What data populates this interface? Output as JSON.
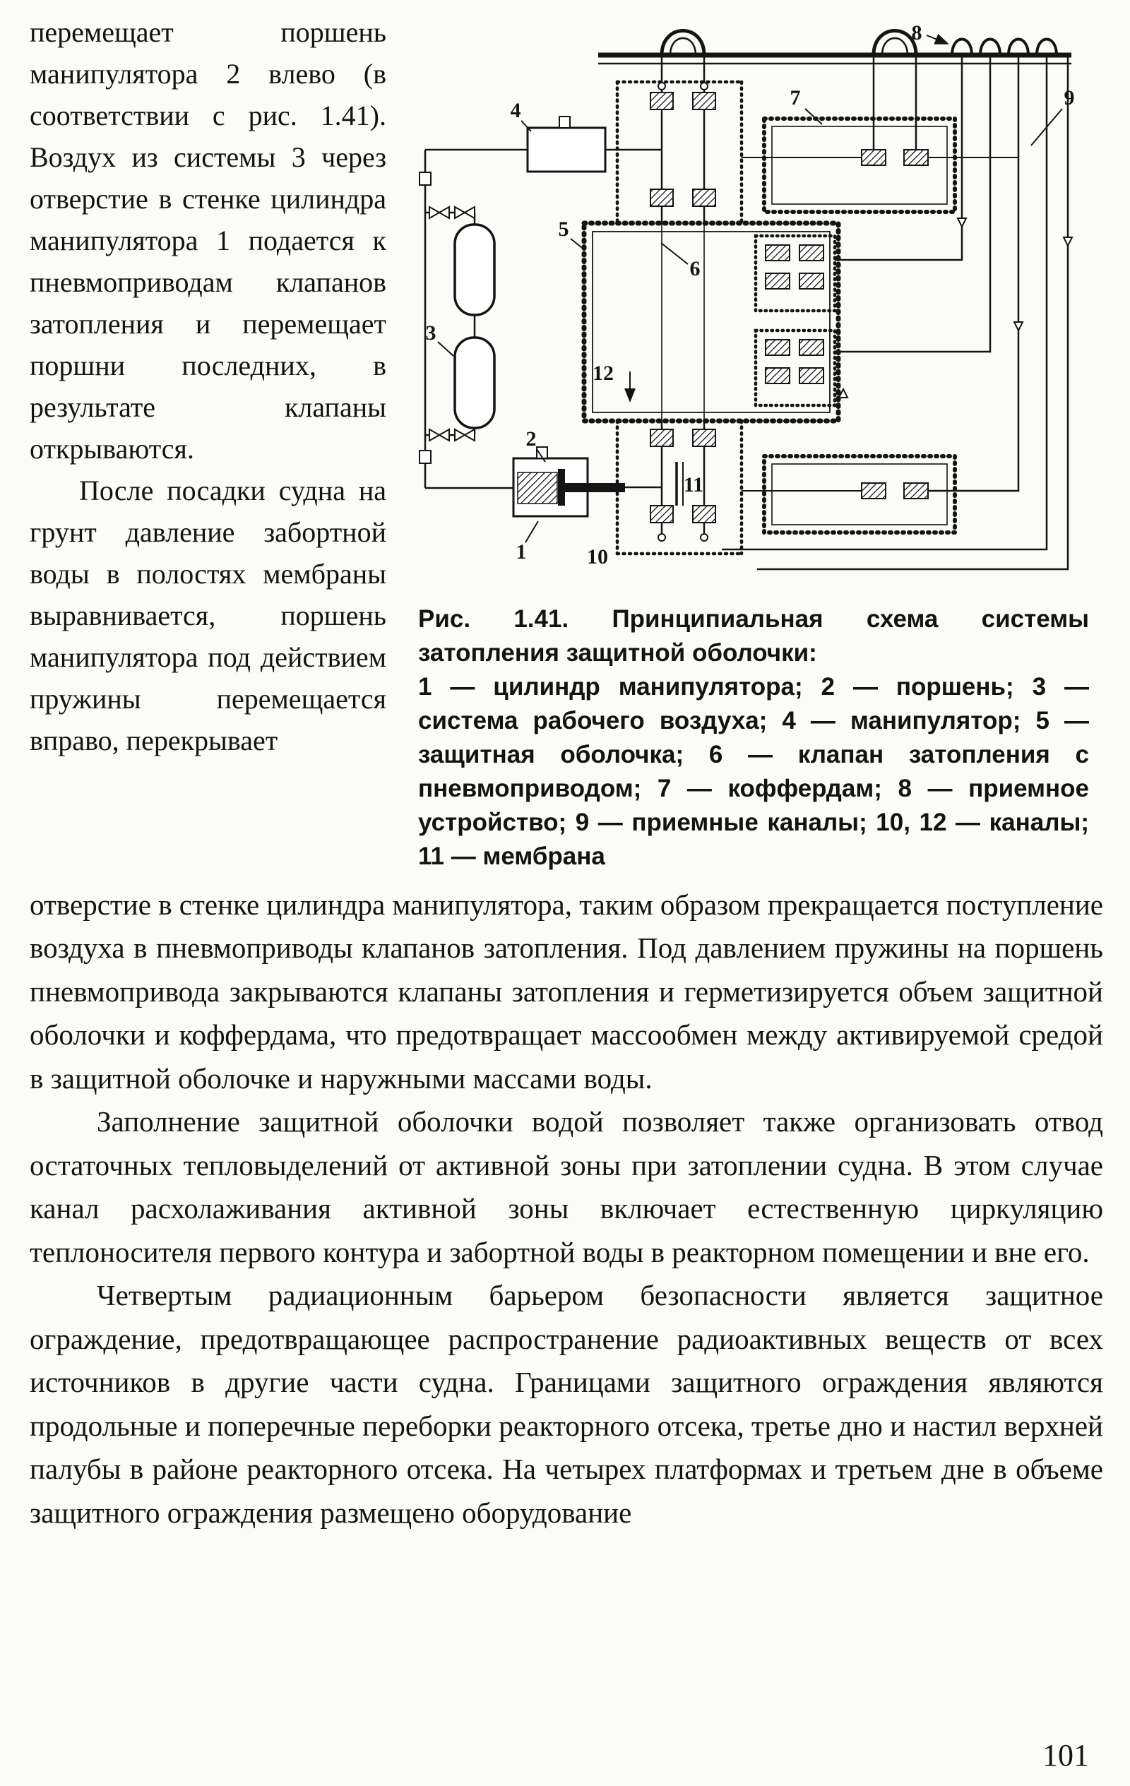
{
  "page_number": "101",
  "colors": {
    "ink": "#141414",
    "paper": "#fbfbf7"
  },
  "left_column": {
    "para1": "перемещает поршень манипулятора 2 влево (в соответствии с рис. 1.41). Воздух из системы 3 через отверстие в стенке цилиндра манипулятора 1 подается к пневмоприводам клапанов затопления и перемещает поршни последних, в результате клапаны открываются.",
    "para2": "После посадки судна на грунт давление забортной воды в полостях мембраны выравнивается, поршень манипулятора под действием пружины перемещается вправо, перекрывает"
  },
  "figure": {
    "caption_title": "Рис. 1.41. Принципиальная схема системы затопления защитной оболочки:",
    "caption_legend": "1 — цилиндр манипулятора; 2 — поршень; 3 — система рабочего воздуха; 4 — манипулятор; 5 — защитная оболочка; 6 — клапан затопления с пневмоприводом; 7 — коффердам; 8 — приемное устройство; 9 — приемные каналы; 10, 12 — каналы; 11 — мембрана",
    "labels": {
      "l1": "1",
      "l2": "2",
      "l3": "3",
      "l4": "4",
      "l5": "5",
      "l6": "6",
      "l7": "7",
      "l8": "8",
      "l9": "9",
      "l10": "10",
      "l11": "11",
      "l12": "12"
    }
  },
  "body": {
    "para1": "отверстие в стенке цилиндра манипулятора, таким образом прекращается поступление воздуха в пневмоприводы клапанов затопления. Под давлением пружины на поршень пневмопривода закрываются клапаны затопления и герметизируется объем защитной оболочки и коффердама, что предотвращает массообмен между активируемой средой в защитной оболочке и наружными массами воды.",
    "para2": "Заполнение защитной оболочки водой позволяет также организовать отвод остаточных тепловыделений от активной зоны при затоплении судна. В этом случае канал расхолаживания активной зоны включает естественную циркуляцию теплоносителя первого контура и забортной воды в реакторном помещении и вне его.",
    "para3": "Четвертым радиационным барьером безопасности является защитное ограждение, предотвращающее распространение радиоактивных веществ от всех источников в другие части судна. Границами защитного ограждения являются продольные и поперечные переборки реакторного отсека, третье дно и настил верхней палубы в районе реакторного отсека. На четырех платформах и третьем дне в объеме защитного ограждения размещено оборудование"
  }
}
